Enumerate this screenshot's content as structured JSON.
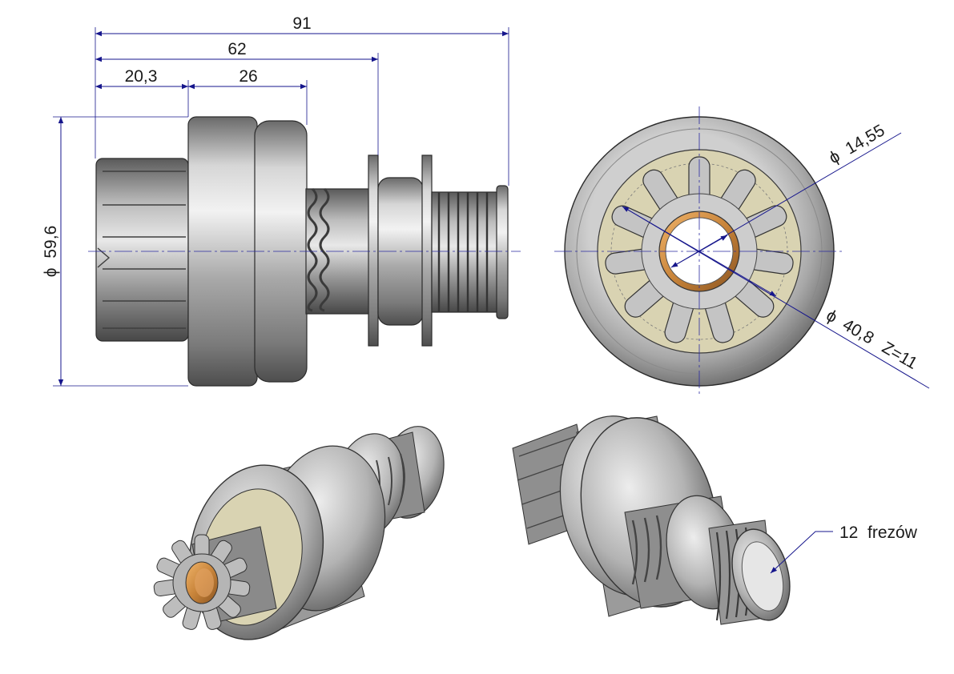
{
  "dimensions": {
    "overall_length": "91",
    "shaft_length": "62",
    "pinion_length": "20,3",
    "clutch_length": "26",
    "outer_diameter_symbol": "ϕ",
    "outer_diameter": "59,6",
    "bore_symbol": "ϕ",
    "bore_diameter": "14,55",
    "pitch_symbol": "ϕ",
    "pitch_diameter": "40,8",
    "teeth_count": "Z=11"
  },
  "annotations": {
    "splines": "12  frezów"
  },
  "colors": {
    "dimension_line": "#16168c",
    "steel": "#b8b8b8",
    "bushing": "#c8843a",
    "insert": "#d9d3b2"
  }
}
